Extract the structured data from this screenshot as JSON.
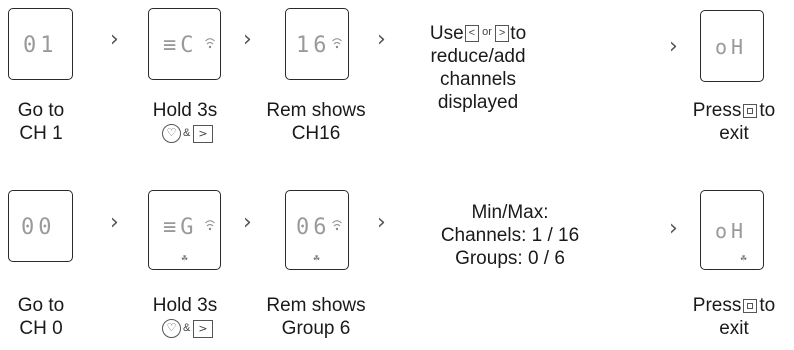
{
  "row1": {
    "step1": {
      "display": "01",
      "caption_line1": "Go to",
      "caption_line2": "CH 1"
    },
    "step2": {
      "display": "≡C",
      "caption_line1": "Hold 3s"
    },
    "step3": {
      "display": "16",
      "caption_line1": "Rem shows",
      "caption_line2": "CH16"
    },
    "middle": {
      "line1_a": "Use",
      "line1_b": "or",
      "line1_c": "to",
      "line2": "reduce/add",
      "line3": "channels",
      "line4": "displayed"
    },
    "step4": {
      "display": "oH",
      "caption_line1": "Press",
      "caption_line1_b": "to",
      "caption_line2": "exit"
    }
  },
  "row2": {
    "step1": {
      "display": "00",
      "caption_line1": "Go to",
      "caption_line2": "CH 0"
    },
    "step2": {
      "display": "≡G",
      "caption_line1": "Hold 3s"
    },
    "step3": {
      "display": "06",
      "caption_line1": "Rem shows",
      "caption_line2": "Group 6"
    },
    "middle": {
      "line1": "Min/Max:",
      "line2": "Channels: 1 / 16",
      "line3": "Groups: 0 / 6"
    },
    "step4": {
      "display": "oH",
      "caption_line1": "Press",
      "caption_line1_b": "to",
      "caption_line2": "exit"
    }
  },
  "keys": {
    "amp": "&",
    "left_arrow": "<",
    "right_arrow": ">",
    "heart": "♡",
    "fan": "☘"
  },
  "icons": {
    "arrow": "chevron-right-icon",
    "wifi": "signal-icon",
    "fan": "fan-icon"
  }
}
